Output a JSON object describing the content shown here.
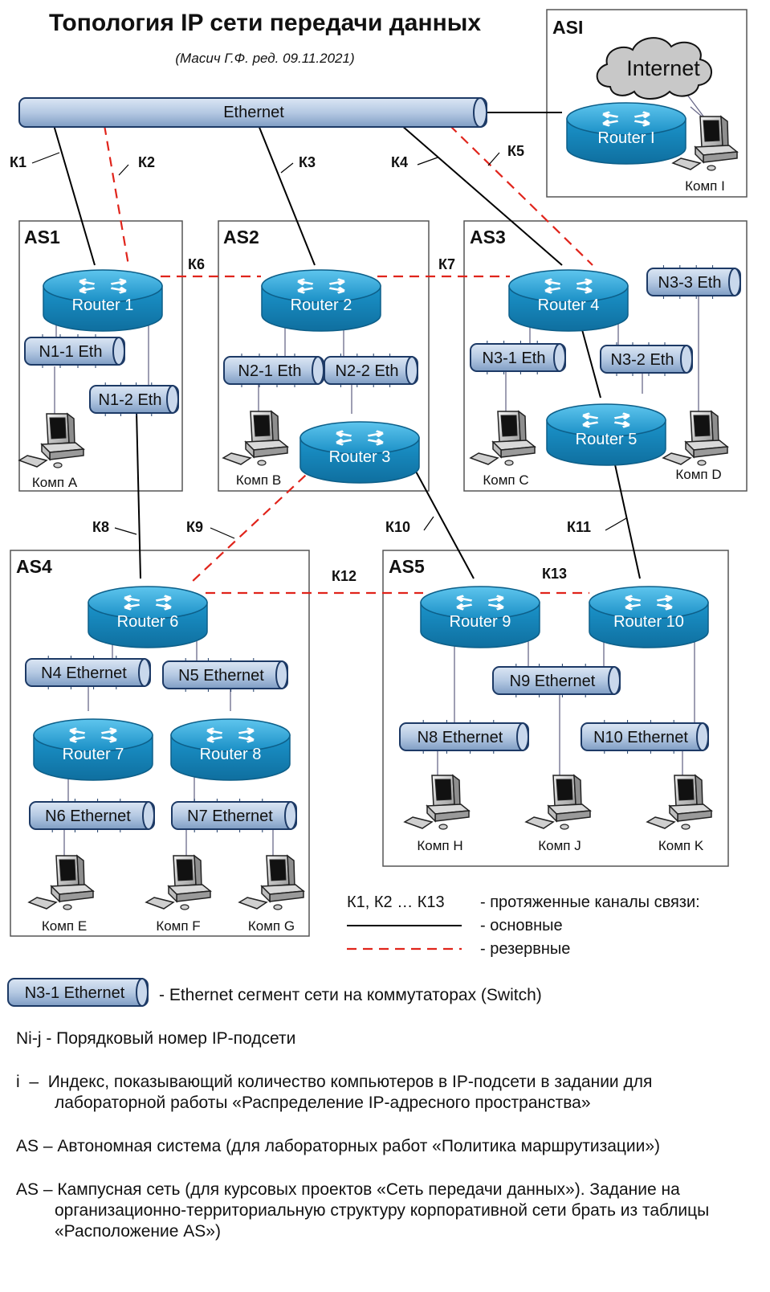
{
  "title": "Топология IP сети передачи данных",
  "subtitle": "(Масич Г.Ф. ред. 09.11.2021)",
  "ethernet_backbone": "Ethernet",
  "internet": "Internet",
  "autonomous_systems": [
    "ASI",
    "AS1",
    "AS2",
    "AS3",
    "AS4",
    "AS5"
  ],
  "routers": {
    "ri": "Router I",
    "r1": "Router 1",
    "r2": "Router 2",
    "r3": "Router 3",
    "r4": "Router 4",
    "r5": "Router 5",
    "r6": "Router 6",
    "r7": "Router 7",
    "r8": "Router 8",
    "r9": "Router 9",
    "r10": "Router 10"
  },
  "segments": {
    "n1_1": "N1-1 Eth",
    "n1_2": "N1-2 Eth",
    "n2_1": "N2-1 Eth",
    "n2_2": "N2-2 Eth",
    "n3_1": "N3-1 Eth",
    "n3_2": "N3-2 Eth",
    "n3_3": "N3-3 Eth",
    "n4": "N4 Ethernet",
    "n5": "N5 Ethernet",
    "n6": "N6 Ethernet",
    "n7": "N7 Ethernet",
    "n8": "N8 Ethernet",
    "n9": "N9 Ethernet",
    "n10": "N10 Ethernet"
  },
  "computers": {
    "i": "Комп I",
    "a": "Комп A",
    "b": "Комп B",
    "c": "Комп C",
    "d": "Комп D",
    "e": "Комп E",
    "f": "Комп F",
    "g": "Комп G",
    "h": "Комп H",
    "j": "Комп J",
    "k": "Комп K"
  },
  "links": [
    "К1",
    "К2",
    "К3",
    "К4",
    "К5",
    "К6",
    "К7",
    "К8",
    "К9",
    "К10",
    "К11",
    "К12",
    "К13"
  ],
  "legend": {
    "channels": "К1, К2 … К13",
    "channels_desc": "- протяженные  каналы связи:",
    "main": "- основные",
    "reserve": "- резервные",
    "switch_sample": "N3-1 Ethernet",
    "switch_desc": "- Ethernet сегмент сети на коммутаторах (Switch)"
  },
  "notes": [
    {
      "head": "Ni-j - ",
      "body": "Порядковый номер IP-подсети"
    },
    {
      "head": "i  –  ",
      "body": "Индекс, показывающий количество компьютеров в IP-подсети в задании для лабораторной работы «Распределение IP-адресного пространства»"
    },
    {
      "head": "AS – ",
      "body": "Автономная система (для лабораторных работ «Политика маршрутизации»)"
    },
    {
      "head": "AS – ",
      "body": "Кампусная сеть (для курсовых проектов «Сеть передачи данных»). Задание на организационно-территориальную структуру корпоративной сети брать из таблицы «Расположение AS»)"
    }
  ],
  "colors": {
    "main_link": "#000000",
    "reserve_link": "#e0241b",
    "router_fill": "#1e9bd0",
    "segment_fill": "#b9cde6"
  }
}
